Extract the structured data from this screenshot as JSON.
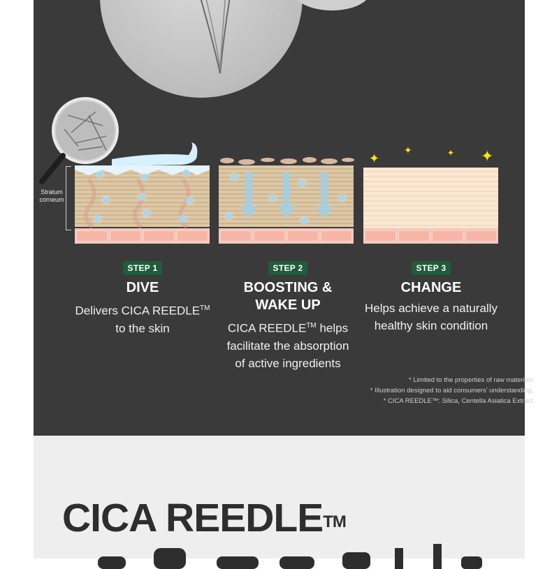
{
  "steps": [
    {
      "badge": "STEP 1",
      "title_line1": "DIVE",
      "title_line2": "",
      "desc_line1": "Delivers CICA REEDLE",
      "desc_tm1": "TM",
      "desc_line2": "to the skin",
      "desc_line3": "",
      "desc_tm2": ""
    },
    {
      "badge": "STEP 2",
      "title_line1": "BOOSTING &",
      "title_line2": "WAKE UP",
      "desc_line1": "CICA REEDLE",
      "desc_tm1": "TM",
      "desc_line2": " helps",
      "desc_line3": "facilitate the absorption",
      "desc_line4": "of active ingredients"
    },
    {
      "badge": "STEP 3",
      "title_line1": "CHANGE",
      "title_line2": "",
      "desc_line1": "Helps achieve a naturally",
      "desc_line2": "healthy skin condition"
    }
  ],
  "stratum_label_line1": "Stratum",
  "stratum_label_line2": "corneum",
  "notes": [
    "* Limited to the properties of raw materials",
    "* Illustration designed to aid consumers' understanding.",
    "* CICA REEDLE™: Silica, Centella Asiatica Extract"
  ],
  "headline": "CICA REEDLE",
  "headline_tm": "TM",
  "colors": {
    "dark_panel": "#3a3a3a",
    "step_badge": "#1f5b3c",
    "light_panel": "#eeeeee",
    "sparkle": "#ffe600"
  }
}
